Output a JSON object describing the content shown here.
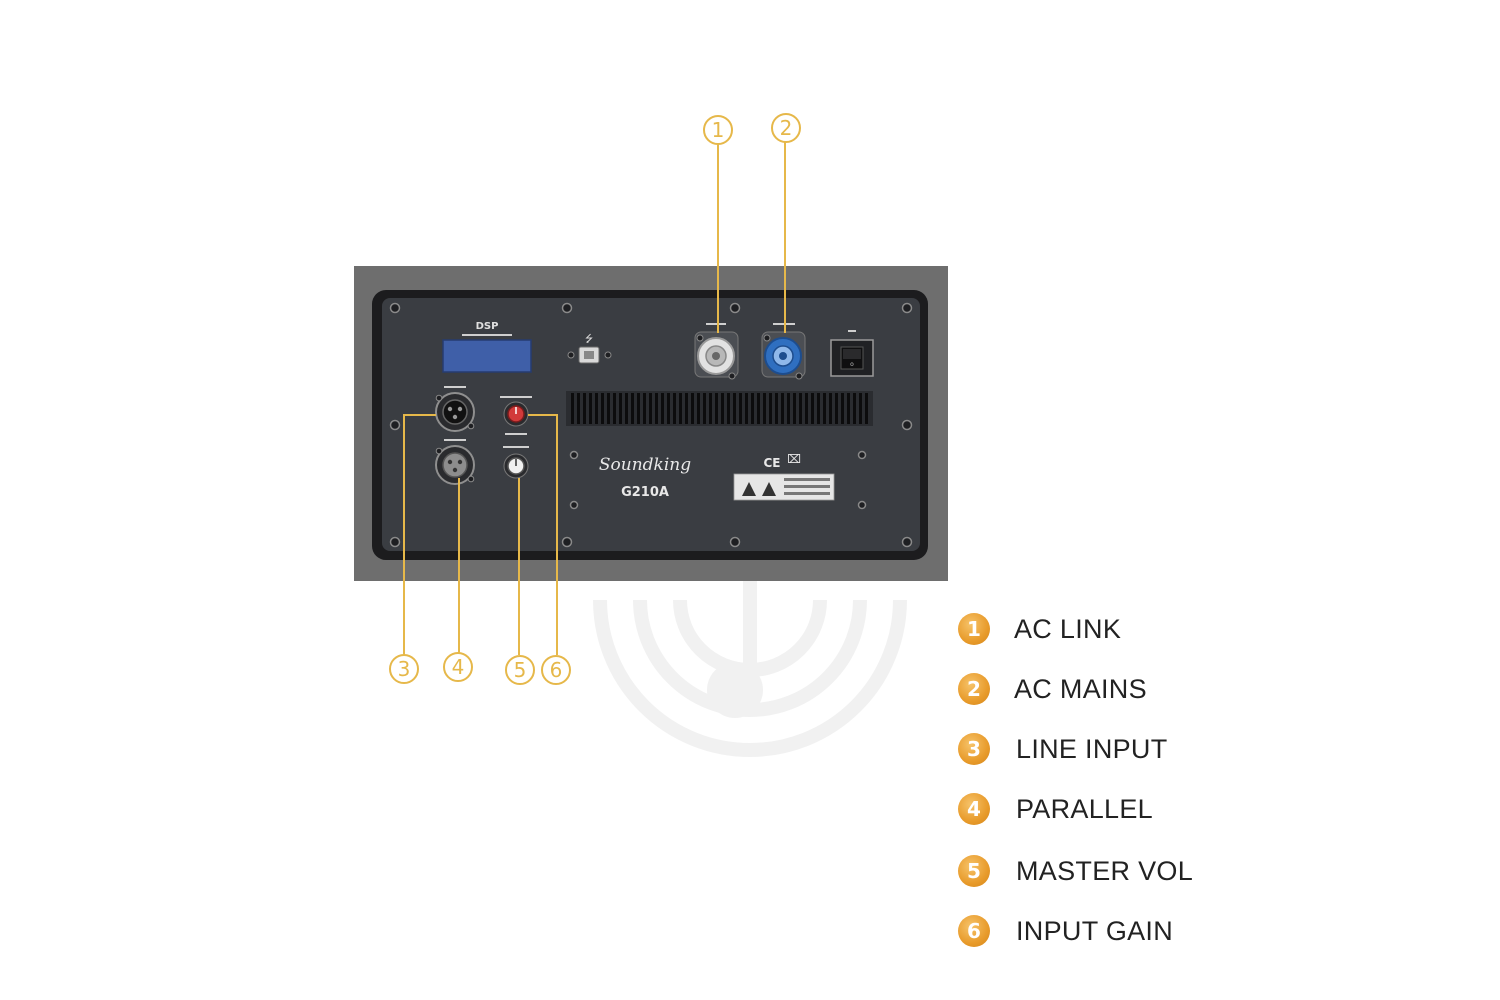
{
  "panel": {
    "dsp_title": "DSP",
    "brand": "Soundking",
    "model": "G210A",
    "cert": "CE"
  },
  "callouts": [
    "1",
    "2",
    "3",
    "4",
    "5",
    "6"
  ],
  "legend": [
    {
      "num": "1",
      "label": "AC LINK"
    },
    {
      "num": "2",
      "label": "AC MAINS"
    },
    {
      "num": "3",
      "label": "LINE INPUT"
    },
    {
      "num": "4",
      "label": "PARALLEL"
    },
    {
      "num": "5",
      "label": "MASTER VOL"
    },
    {
      "num": "6",
      "label": "INPUT GAIN"
    }
  ],
  "colors": {
    "accent": "#e6b84a",
    "badge": "#e89b2b",
    "panel": "#3a3d42",
    "cabinet": "#6e6e6e",
    "lcd": "#3f5fa8",
    "ac_mains_connector": "#2f6fc0"
  }
}
